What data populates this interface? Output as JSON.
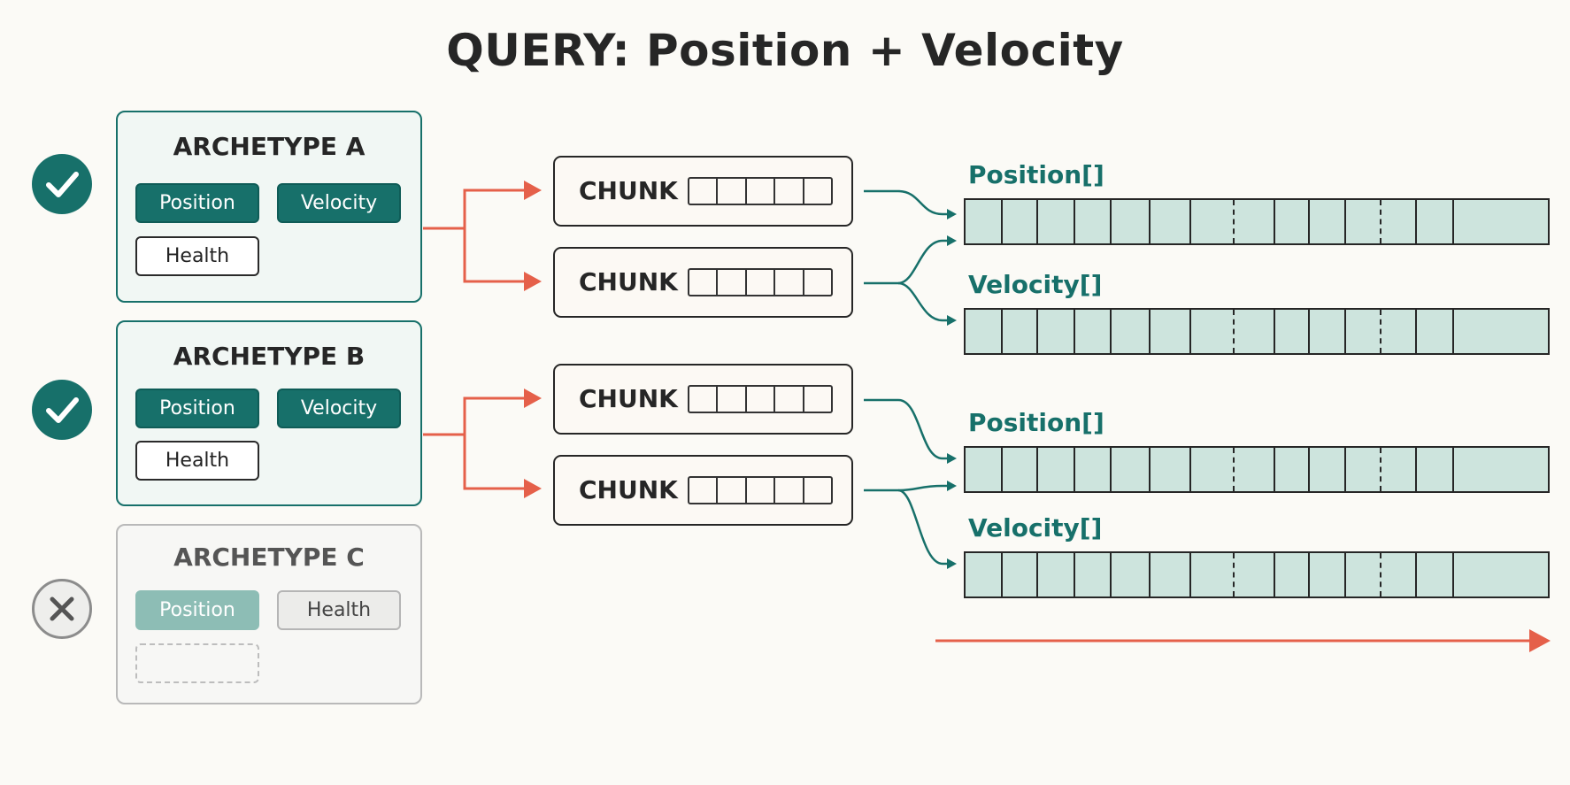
{
  "title": "QUERY: Position + Velocity",
  "archetypes": [
    {
      "name": "ARCHETYPE A",
      "matched": true,
      "components": [
        "Position",
        "Velocity",
        "Health"
      ]
    },
    {
      "name": "ARCHETYPE B",
      "matched": true,
      "components": [
        "Position",
        "Velocity",
        "Health"
      ]
    },
    {
      "name": "ARCHETYPE C",
      "matched": false,
      "components": [
        "Position",
        "Health"
      ]
    }
  ],
  "chunks": [
    {
      "label": "CHUNK",
      "slots": 5
    },
    {
      "label": "CHUNK",
      "slots": 5
    },
    {
      "label": "CHUNK",
      "slots": 5
    },
    {
      "label": "CHUNK",
      "slots": 5
    }
  ],
  "arrays": [
    {
      "label": "Position[]",
      "cells": 14
    },
    {
      "label": "Velocity[]",
      "cells": 14
    },
    {
      "label": "Position[]",
      "cells": 14
    },
    {
      "label": "Velocity[]",
      "cells": 14
    }
  ],
  "icons": {
    "matched": "check-icon",
    "rejected": "x-icon"
  },
  "colors": {
    "teal": "#17706a",
    "orange": "#e5604a",
    "cell_fill": "#cde4dd",
    "text": "#262626"
  }
}
